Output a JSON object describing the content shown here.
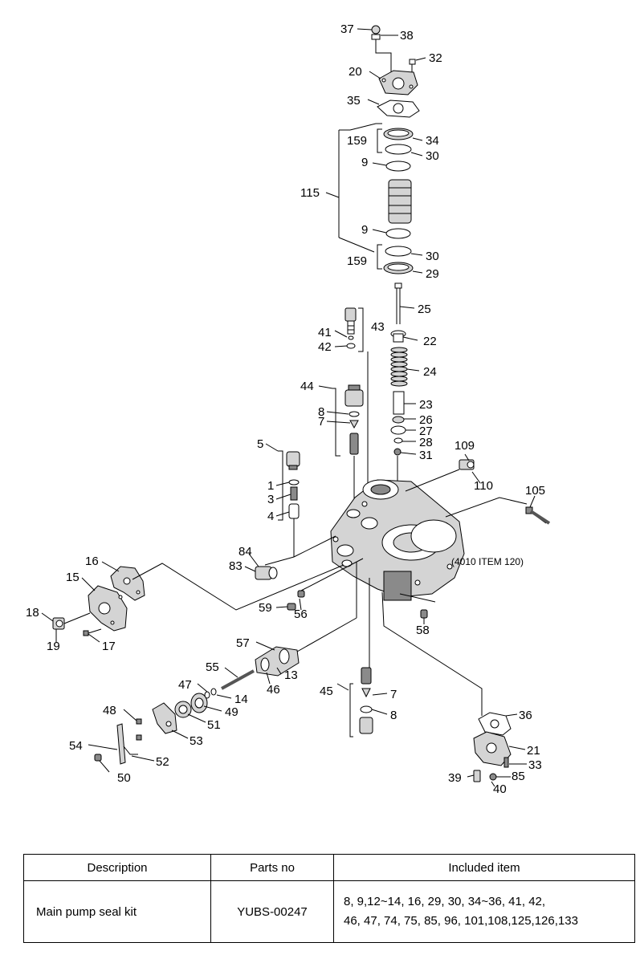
{
  "callouts": [
    "1",
    "3",
    "4",
    "5",
    "7",
    "7",
    "8",
    "8",
    "9",
    "9",
    "13",
    "14",
    "15",
    "16",
    "17",
    "18",
    "19",
    "20",
    "21",
    "22",
    "23",
    "24",
    "25",
    "26",
    "27",
    "28",
    "29",
    "30",
    "30",
    "31",
    "32",
    "33",
    "34",
    "35",
    "36",
    "37",
    "38",
    "39",
    "40",
    "41",
    "42",
    "43",
    "44",
    "45",
    "46",
    "47",
    "48",
    "49",
    "50",
    "51",
    "52",
    "53",
    "54",
    "55",
    "56",
    "57",
    "58",
    "59",
    "83",
    "84",
    "85",
    "105",
    "109",
    "110",
    "115",
    "159",
    "159"
  ],
  "note": "(4010 ITEM 120)",
  "table": {
    "headers": [
      "Description",
      "Parts no",
      "Included item"
    ],
    "rows": [
      {
        "description": "Main pump seal kit",
        "parts_no": "YUBS-00247",
        "included_item_lines": [
          "8, 9,12~14, 16, 29, 30, 34~36, 41, 42,",
          "46, 47, 74, 75, 85, 96, 101,108,125,126,133"
        ]
      }
    ]
  }
}
